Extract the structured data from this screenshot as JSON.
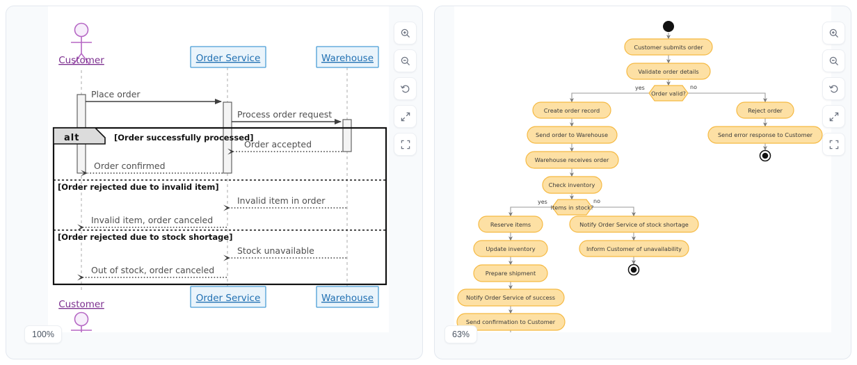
{
  "left_panel": {
    "name": "sequence-diagram-panel",
    "zoom_level": "100%",
    "toolbar": [
      {
        "id": "zoom-in",
        "label": "Zoom in"
      },
      {
        "id": "zoom-out",
        "label": "Zoom out"
      },
      {
        "id": "reset",
        "label": "Reset view"
      },
      {
        "id": "expand",
        "label": "Expand"
      },
      {
        "id": "fullscreen",
        "label": "Fullscreen"
      }
    ],
    "diagram": {
      "type": "uml-sequence",
      "participants": [
        {
          "id": "customer",
          "label": "Customer",
          "kind": "actor"
        },
        {
          "id": "order_service",
          "label": "Order Service",
          "kind": "box"
        },
        {
          "id": "warehouse",
          "label": "Warehouse",
          "kind": "box"
        }
      ],
      "participants_bottom": [
        {
          "id": "customer",
          "label": "Customer",
          "kind": "actor"
        },
        {
          "id": "order_service",
          "label": "Order Service",
          "kind": "box"
        },
        {
          "id": "warehouse",
          "label": "Warehouse",
          "kind": "box"
        }
      ],
      "messages": [
        {
          "label": "Place order",
          "from": "customer",
          "to": "order_service",
          "style": "solid"
        },
        {
          "label": "Process order request",
          "from": "order_service",
          "to": "warehouse",
          "style": "solid"
        },
        {
          "label": "Order accepted",
          "from": "warehouse",
          "to": "order_service",
          "style": "dotted"
        },
        {
          "label": "Order confirmed",
          "from": "order_service",
          "to": "customer",
          "style": "dotted"
        },
        {
          "label": "Invalid item in order",
          "from": "warehouse",
          "to": "order_service",
          "style": "dotted"
        },
        {
          "label": "Invalid item, order canceled",
          "from": "order_service",
          "to": "customer",
          "style": "dotted"
        },
        {
          "label": "Stock unavailable",
          "from": "warehouse",
          "to": "order_service",
          "style": "dotted"
        },
        {
          "label": "Out of stock, order canceled",
          "from": "order_service",
          "to": "customer",
          "style": "dotted"
        }
      ],
      "fragment": {
        "operator": "alt",
        "guards": [
          "[Order successfully processed]",
          "[Order rejected due to invalid item]",
          "[Order rejected due to stock shortage]"
        ]
      }
    }
  },
  "right_panel": {
    "name": "activity-diagram-panel",
    "zoom_level": "63%",
    "toolbar": [
      {
        "id": "zoom-in",
        "label": "Zoom in"
      },
      {
        "id": "zoom-out",
        "label": "Zoom out"
      },
      {
        "id": "reset",
        "label": "Reset view"
      },
      {
        "id": "expand",
        "label": "Expand"
      },
      {
        "id": "fullscreen",
        "label": "Fullscreen"
      }
    ],
    "diagram": {
      "type": "uml-activity",
      "nodes": [
        {
          "id": "start",
          "kind": "initial",
          "label": ""
        },
        {
          "id": "a1",
          "kind": "action",
          "label": "Customer submits order"
        },
        {
          "id": "a2",
          "kind": "action",
          "label": "Validate order details"
        },
        {
          "id": "d1",
          "kind": "decision",
          "label": "Order valid?"
        },
        {
          "id": "a3",
          "kind": "action",
          "label": "Create order record"
        },
        {
          "id": "a4",
          "kind": "action",
          "label": "Send order to Warehouse"
        },
        {
          "id": "a5",
          "kind": "action",
          "label": "Warehouse receives order"
        },
        {
          "id": "a6",
          "kind": "action",
          "label": "Check inventory"
        },
        {
          "id": "d2",
          "kind": "decision",
          "label": "Items in stock?"
        },
        {
          "id": "a7",
          "kind": "action",
          "label": "Reserve items"
        },
        {
          "id": "a8",
          "kind": "action",
          "label": "Update inventory"
        },
        {
          "id": "a9",
          "kind": "action",
          "label": "Prepare shipment"
        },
        {
          "id": "a10",
          "kind": "action",
          "label": "Notify Order Service of success"
        },
        {
          "id": "a11",
          "kind": "action",
          "label": "Send confirmation to Customer"
        },
        {
          "id": "end1",
          "kind": "final",
          "label": ""
        },
        {
          "id": "b1",
          "kind": "action",
          "label": "Reject order"
        },
        {
          "id": "b2",
          "kind": "action",
          "label": "Send error response to Customer"
        },
        {
          "id": "end2",
          "kind": "final",
          "label": ""
        },
        {
          "id": "c1",
          "kind": "action",
          "label": "Notify Order Service of stock shortage"
        },
        {
          "id": "c2",
          "kind": "action",
          "label": "Inform Customer of unavailability"
        },
        {
          "id": "end3",
          "kind": "final",
          "label": ""
        }
      ],
      "edge_labels": [
        {
          "id": "d1-yes",
          "label": "yes"
        },
        {
          "id": "d1-no",
          "label": "no"
        },
        {
          "id": "d2-yes",
          "label": "yes"
        },
        {
          "id": "d2-no",
          "label": "no"
        }
      ]
    }
  },
  "colors": {
    "panel_bg": "#f8fafc",
    "panel_border": "#e3e8ef",
    "canvas_bg": "#ffffff",
    "actor_purple": "#b567c4",
    "actor_text": "#7b2d8e",
    "participant_fill": "#eaf4fb",
    "participant_border": "#4a9ed6",
    "participant_text": "#1f6fb2",
    "activity_fill": "#fde0a4",
    "activity_border": "#f5b942",
    "message_gray": "#4f4f4f",
    "toolbar_icon": "#6b7280"
  }
}
